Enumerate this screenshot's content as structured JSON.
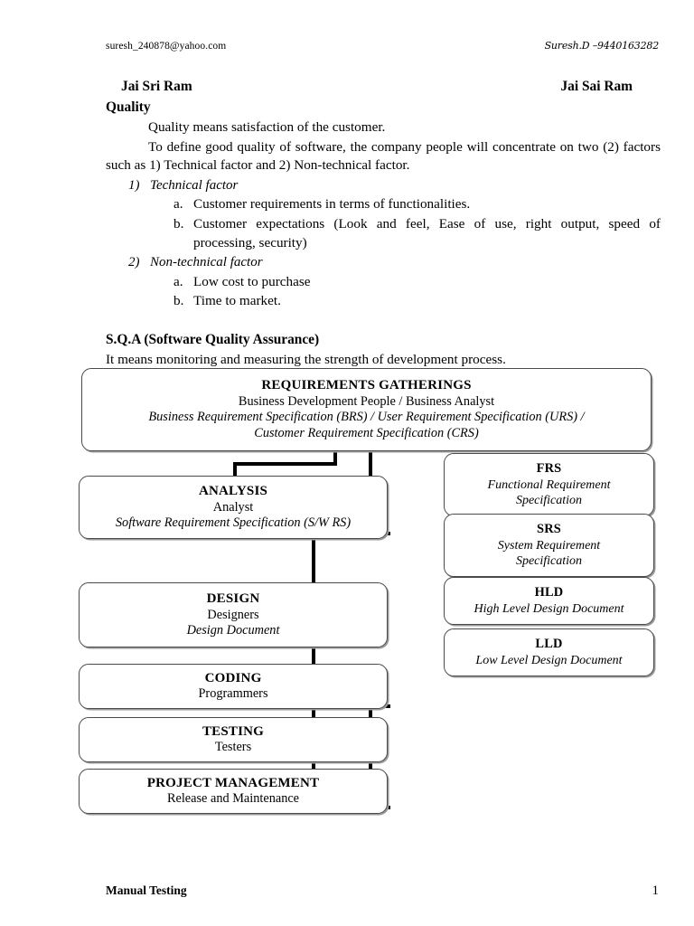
{
  "header": {
    "email": "suresh_240878@yahoo.com",
    "contact": "Suresh.D –9440163282"
  },
  "salutation": {
    "left": "Jai Sri Ram",
    "right": "Jai Sai Ram"
  },
  "content": {
    "heading": "Quality",
    "para1": "Quality means satisfaction of the customer.",
    "para2": "To define good quality of software, the company people will concentrate on two (2) factors such as 1) Technical factor and 2) Non-technical factor.",
    "factor1": {
      "marker": "1)",
      "label": "Technical factor"
    },
    "factor1_items": [
      {
        "marker": "a.",
        "text": "Customer requirements in terms of functionalities."
      },
      {
        "marker": "b.",
        "text": "Customer expectations (Look and feel, Ease of use, right output, speed of processing, security)"
      }
    ],
    "factor2": {
      "marker": "2)",
      "label": "Non-technical factor"
    },
    "factor2_items": [
      {
        "marker": "a.",
        "text": "Low cost to purchase"
      },
      {
        "marker": "b.",
        "text": "Time to market."
      }
    ],
    "sqa_title": "S.Q.A (Software Quality Assurance)",
    "sqa_text": "It means monitoring and measuring the strength of development process."
  },
  "diagram": {
    "requirements": {
      "t1": "REQUIREMENTS GATHERINGS",
      "t2": "Business Development People / Business Analyst",
      "t3a": "Business Requirement Specification (BRS) / User Requirement Specification (URS) /",
      "t3b": "Customer Requirement Specification (CRS)"
    },
    "analysis": {
      "t1": "ANALYSIS",
      "t2": "Analyst",
      "t3": "Software Requirement Specification (S/W RS)"
    },
    "frs": {
      "t1": "FRS",
      "t3a": "Functional Requirement",
      "t3b": "Specification"
    },
    "srs": {
      "t1": "SRS",
      "t3a": "System Requirement",
      "t3b": "Specification"
    },
    "design": {
      "t1": "DESIGN",
      "t2": "Designers",
      "t3": "Design Document"
    },
    "hld": {
      "t1": "HLD",
      "t3": "High Level Design Document"
    },
    "lld": {
      "t1": "LLD",
      "t3": "Low Level Design Document"
    },
    "coding": {
      "t1": "CODING",
      "t2": "Programmers"
    },
    "testing": {
      "t1": "TESTING",
      "t2": "Testers"
    },
    "project_management": {
      "t1": "PROJECT MANAGEMENT",
      "t2": "Release and Maintenance"
    }
  },
  "footer": {
    "left": "Manual Testing",
    "page_number": "1"
  }
}
